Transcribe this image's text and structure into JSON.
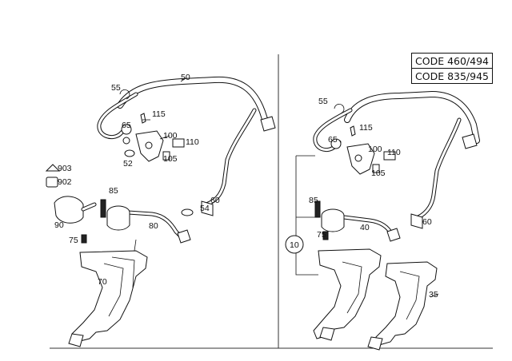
{
  "codes": [
    "CODE 460/494",
    "CODE 835/945"
  ],
  "left_callouts": {
    "c50": "50",
    "c55": "55",
    "c115": "115",
    "c65": "65",
    "c100": "100",
    "c110": "110",
    "c52": "52",
    "c105": "105",
    "c903": "903",
    "c902": "902",
    "c85": "85",
    "c90": "90",
    "c75": "75",
    "c54": "54",
    "c60": "60",
    "c80": "80",
    "c70": "70"
  },
  "right_callouts": {
    "c55": "55",
    "c115": "115",
    "c65": "65",
    "c100": "100",
    "c110": "110",
    "c105": "105",
    "c85": "85",
    "c75": "75",
    "c10": "10",
    "c40": "40",
    "c60": "60",
    "c35": "35"
  }
}
